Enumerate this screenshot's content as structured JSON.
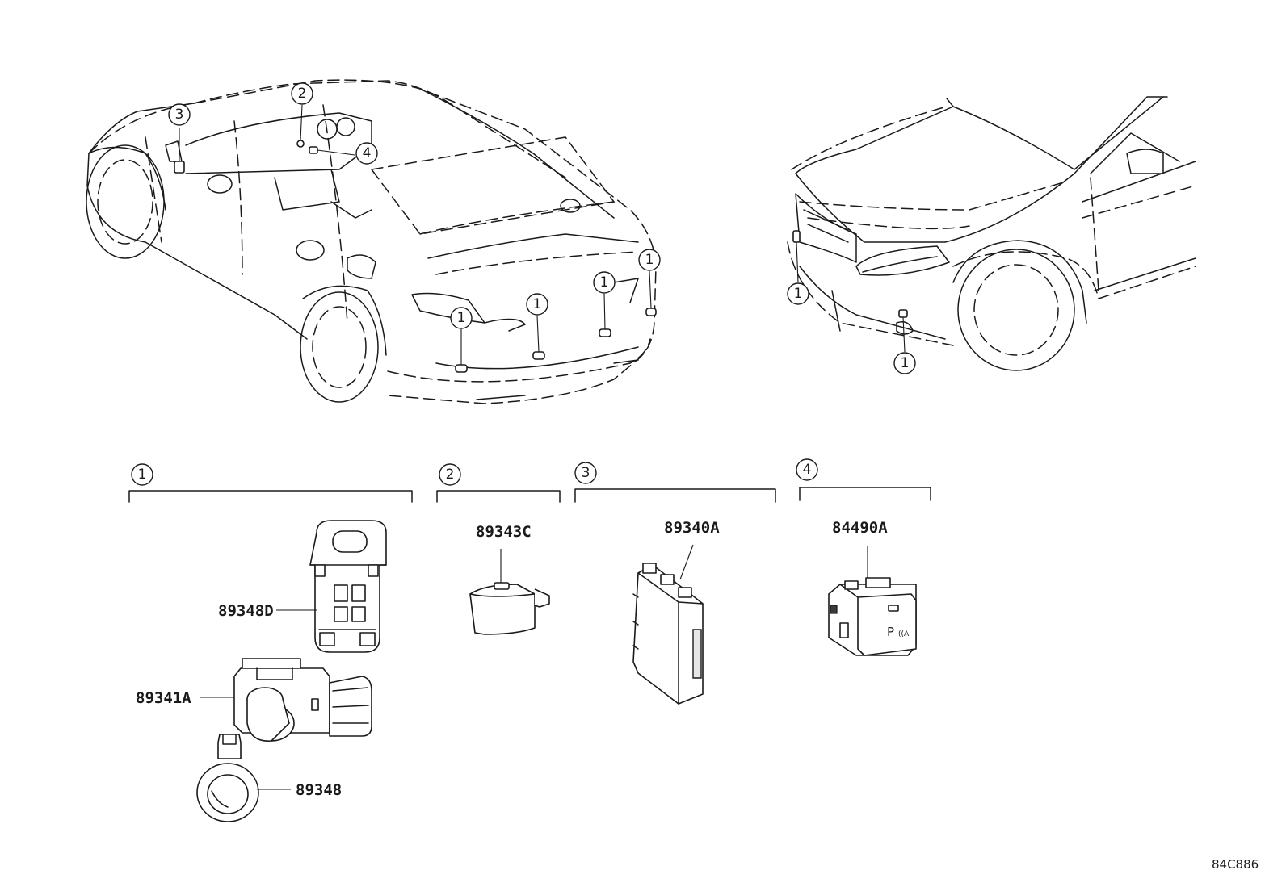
{
  "diagram": {
    "reference_code": "84C886",
    "callouts": [
      "1",
      "2",
      "3",
      "4"
    ],
    "groups": [
      {
        "index": "1",
        "parts": [
          "89348D",
          "89341A",
          "89348"
        ]
      },
      {
        "index": "2",
        "parts": [
          "89343C"
        ]
      },
      {
        "index": "3",
        "parts": [
          "89340A"
        ]
      },
      {
        "index": "4",
        "parts": [
          "84490A"
        ]
      }
    ],
    "switch_symbol": "P",
    "switch_symbol_sub": "((A"
  }
}
